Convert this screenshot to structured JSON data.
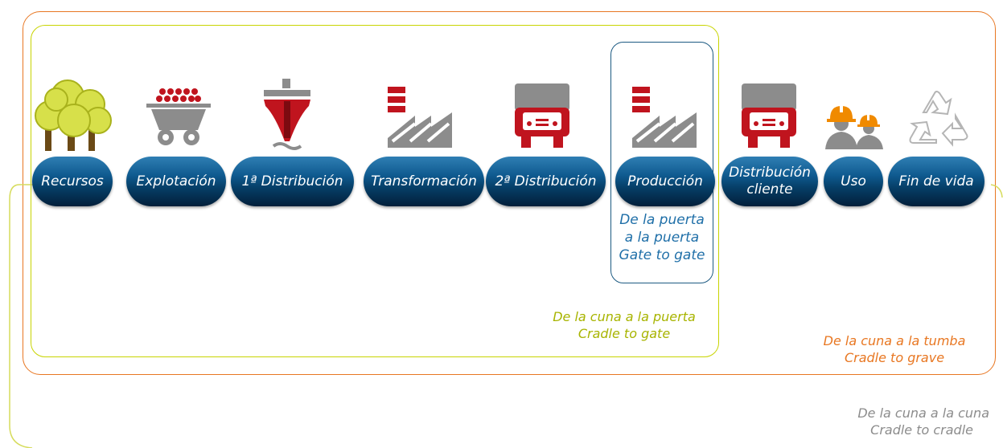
{
  "stages": [
    {
      "label": "Recursos",
      "icon": "tree-icon"
    },
    {
      "label": "Explotación",
      "icon": "mine-cart-icon"
    },
    {
      "label": "1ª Distribución",
      "icon": "ship-icon"
    },
    {
      "label": "Transformación",
      "icon": "factory-icon"
    },
    {
      "label": "2ª Distribución",
      "icon": "truck-icon"
    },
    {
      "label": "Producción",
      "icon": "factory-icon"
    },
    {
      "label": "Distribución cliente",
      "icon": "truck-icon"
    },
    {
      "label": "Uso",
      "icon": "workers-icon"
    },
    {
      "label": "Fin de vida",
      "icon": "recycle-icon"
    }
  ],
  "scopes": {
    "gate_to_gate": {
      "line1": "De la puerta",
      "line2": "a la puerta",
      "line3": "Gate to gate",
      "color": "#1c5a82"
    },
    "cradle_to_gate": {
      "line1": "De la cuna a la puerta",
      "line2": "Cradle to gate",
      "color": "#c8d400"
    },
    "cradle_to_grave": {
      "line1": "De la cuna a la tumba",
      "line2": "Cradle to grave",
      "color": "#e87722"
    },
    "cradle_to_cradle": {
      "line1": "De la cuna a la cuna",
      "line2": "Cradle to cradle",
      "color": "#c8d400"
    }
  },
  "colors": {
    "pill_dark": "#021f3a",
    "pill_light": "#2f7fb4",
    "icon_red": "#c0141e",
    "icon_grey": "#8c8c8c"
  }
}
